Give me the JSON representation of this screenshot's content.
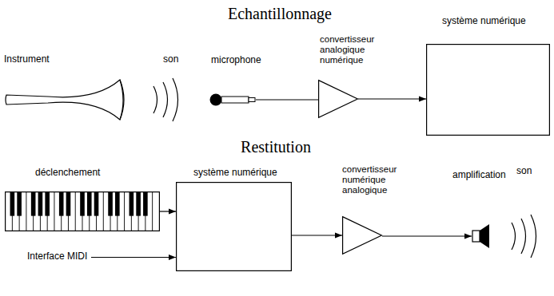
{
  "diagram": {
    "title": "Echantillonnage",
    "nodes": [
      {
        "text": [
          "microphone"
        ]
      },
      {
        "text": [
          "convertisseur analogique numérique"
        ]
      },
      {
        "text": [
          "système numérique"
        ]
      },
      {
        "text": [
          "déclenchement"
        ]
      },
      {
        "text": [
          "Interface MIDI"
        ]
      },
      {
        "text": [
          "système numérique"
        ]
      },
      {
        "text": [
          "convertisseur numérique analogique"
        ]
      },
      {
        "text": [
          "amplification"
        ]
      }
    ],
    "edges": [
      {
        "from": 0,
        "to": 1,
        "arrow": "none"
      },
      {
        "from": 1,
        "to": 2,
        "arrow": "to"
      },
      {
        "from": 3,
        "to": 5,
        "arrow": "to"
      },
      {
        "from": 4,
        "to": 5,
        "arrow": "to"
      },
      {
        "from": 5,
        "to": 6,
        "arrow": "to"
      },
      {
        "from": 6,
        "to": 7,
        "arrow": "to"
      }
    ],
    "labels": [
      "Instrument",
      "son",
      "Restitution",
      "son"
    ]
  }
}
